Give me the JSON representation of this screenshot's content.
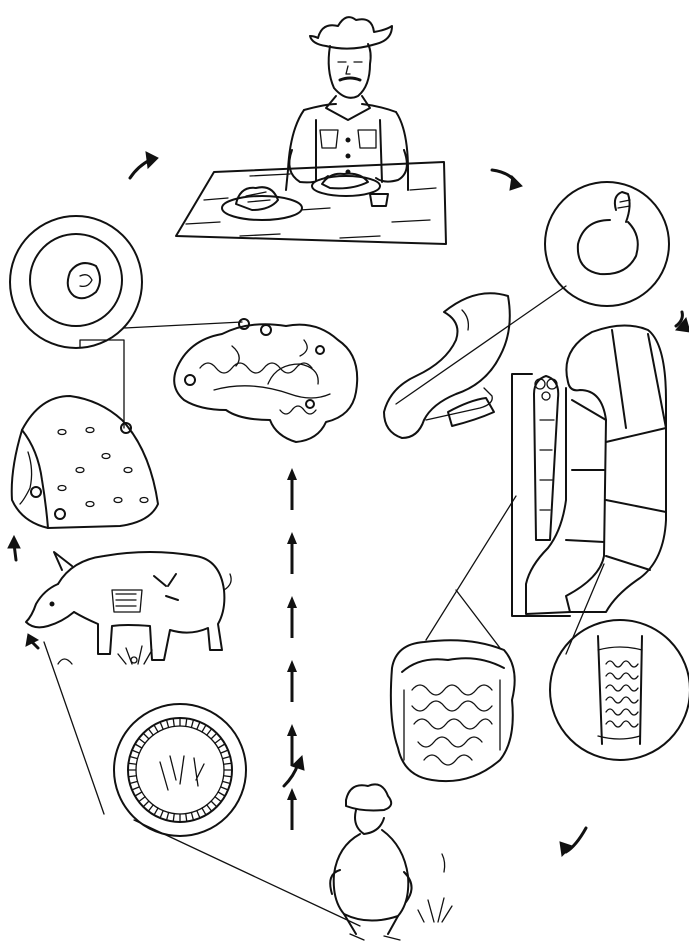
{
  "figure": {
    "type": "life-cycle-diagram",
    "stages": [
      {
        "id": "man-eating-pork",
        "icon": "man-eating-meal-icon"
      },
      {
        "id": "stomach-inset",
        "icon": "stomach-circle-icon"
      },
      {
        "id": "stomach-duodenum",
        "icon": "stomach-icon"
      },
      {
        "id": "adult-tapeworm",
        "icon": "tapeworm-icon"
      },
      {
        "id": "proglottid-inset",
        "icon": "proglottid-circle-icon"
      },
      {
        "id": "intestines",
        "icon": "intestines-icon"
      },
      {
        "id": "man-defecating",
        "icon": "man-crouching-icon"
      },
      {
        "id": "egg-inset",
        "icon": "egg-circle-icon"
      },
      {
        "id": "pig-ingesting",
        "icon": "pig-icon"
      },
      {
        "id": "infected-meat",
        "icon": "pork-meat-icon"
      },
      {
        "id": "cysticercus-inset",
        "icon": "cyst-circle-icon"
      },
      {
        "id": "brain-cysticercosis",
        "icon": "brain-icon"
      }
    ],
    "colors": {
      "ink": "#111111",
      "background": "#ffffff"
    }
  }
}
